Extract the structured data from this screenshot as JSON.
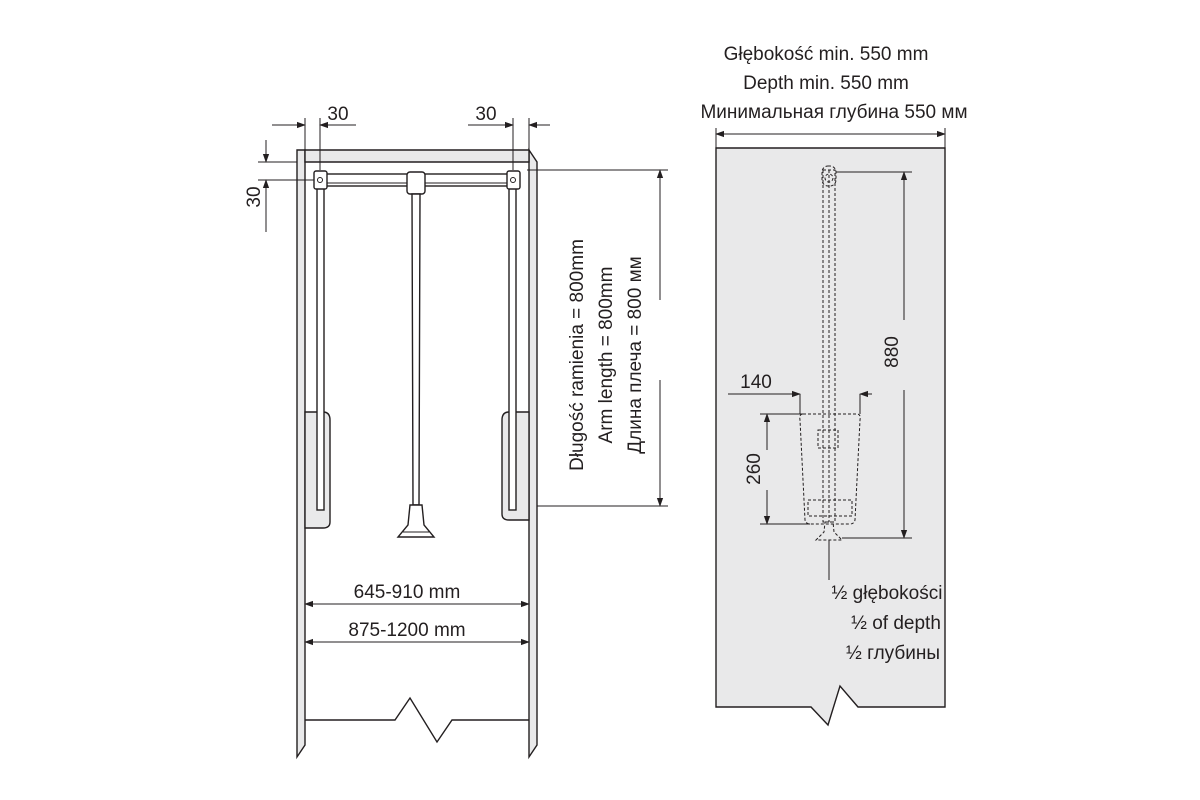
{
  "front_view": {
    "dim_top_left": "30",
    "dim_top_right": "30",
    "dim_side": "30",
    "arm_length_pl": "Długość ramienia = 800mm",
    "arm_length_en": "Arm length = 800mm",
    "arm_length_ru": "Длина плеча = 800 мм",
    "width_inner": "645-910 mm",
    "width_outer": "875-1200 mm"
  },
  "side_view": {
    "depth_pl": "Głębokość min. 550 mm",
    "depth_en": "Depth min. 550 mm",
    "depth_ru": "Минимальная глубина 550 мм",
    "dim_height": "880",
    "dim_width": "140",
    "dim_bracket": "260",
    "half_depth_pl": "½ głębokości",
    "half_depth_en": "½ of depth",
    "half_depth_ru": "½ глубины"
  }
}
